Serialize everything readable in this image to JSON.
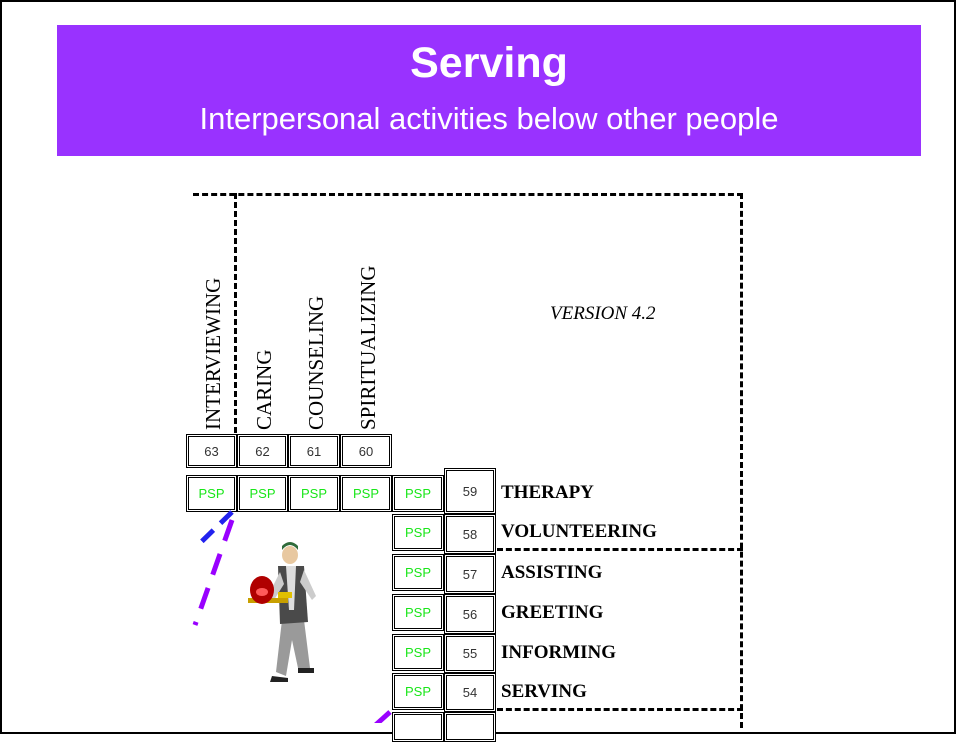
{
  "header": {
    "title": "Serving",
    "subtitle": "Interpersonal activities below other people"
  },
  "version_label": "VERSION 4.2",
  "columns": [
    {
      "label": "INTERVIEWING",
      "number": "63",
      "code": "PSP"
    },
    {
      "label": "CARING",
      "number": "62",
      "code": "PSP"
    },
    {
      "label": "COUNSELING",
      "number": "61",
      "code": "PSP"
    },
    {
      "label": "SPIRITUALIZING",
      "number": "60",
      "code": "PSP"
    }
  ],
  "rows": [
    {
      "label": "THERAPY",
      "number": "59",
      "code": "PSP"
    },
    {
      "label": "VOLUNTEERING",
      "number": "58",
      "code": "PSP"
    },
    {
      "label": "ASSISTING",
      "number": "57",
      "code": "PSP"
    },
    {
      "label": "GREETING",
      "number": "56",
      "code": "PSP"
    },
    {
      "label": "INFORMING",
      "number": "55",
      "code": "PSP"
    },
    {
      "label": "SERVING",
      "number": "54",
      "code": "PSP"
    }
  ],
  "colors": {
    "banner": "#9932ff",
    "code_text": "#19e619",
    "arrow_blue": "#2222ee",
    "arrow_purple": "#9900ff"
  },
  "illustration": "waiter-carrying-tray-icon"
}
